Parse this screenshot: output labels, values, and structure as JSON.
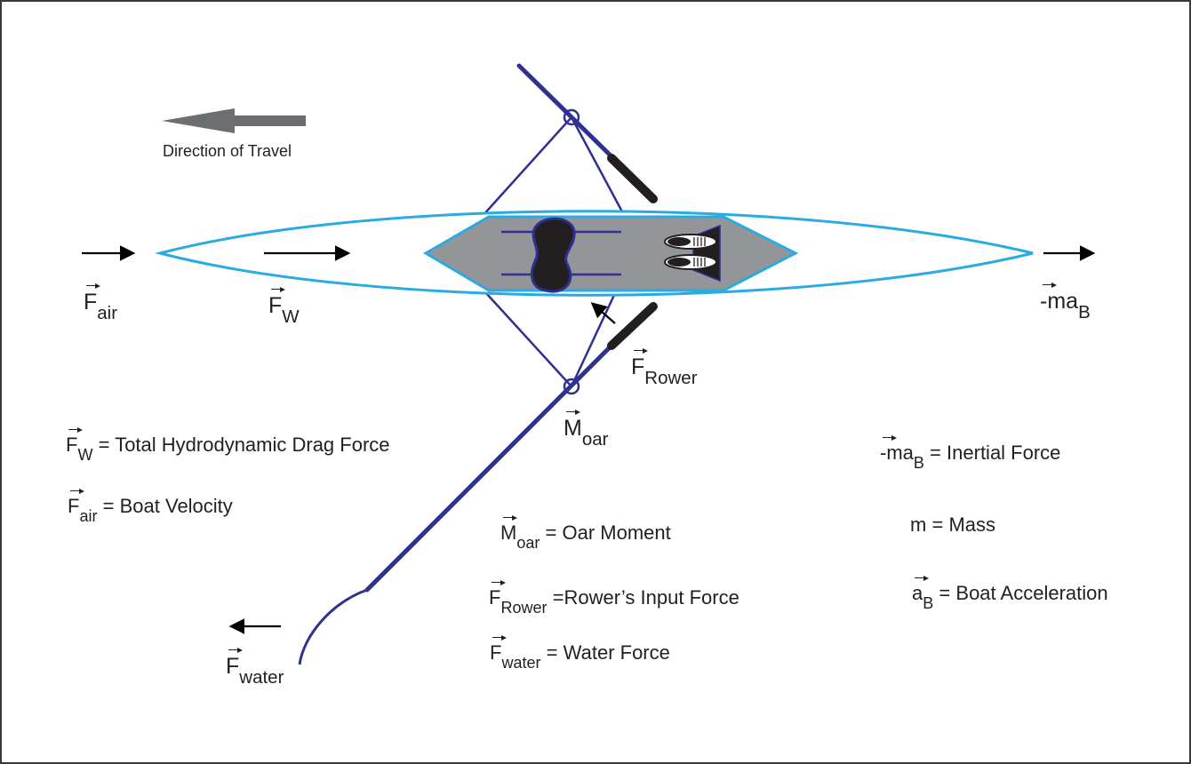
{
  "direction_label": "Direction of Travel",
  "diagram_labels": {
    "f_air": {
      "symbol": "F",
      "sub": "air"
    },
    "f_w": {
      "symbol": "F",
      "sub": "W"
    },
    "ma_b": {
      "symbol": "-ma",
      "sub": "B"
    },
    "f_rower": {
      "symbol": "F",
      "sub": "Rower"
    },
    "m_oar": {
      "symbol": "M",
      "sub": "oar"
    },
    "f_water": {
      "symbol": "F",
      "sub": "water"
    }
  },
  "legend": {
    "f_w": {
      "symbol": "F",
      "sub": "W",
      "eq": "=",
      "desc": "Total Hydrodynamic Drag Force"
    },
    "f_air": {
      "symbol": "F",
      "sub": "air",
      "eq": "=",
      "desc": "Boat Velocity"
    },
    "m_oar": {
      "symbol": "M",
      "sub": "oar",
      "eq": "=",
      "desc": "Oar Moment"
    },
    "f_rower": {
      "symbol": "F",
      "sub": "Rower",
      "eq": "=",
      "desc": "Rower’s Input Force"
    },
    "f_water": {
      "symbol": "F",
      "sub": "water",
      "eq": "=",
      "desc": "Water Force"
    },
    "ma_b": {
      "symbol": "-ma",
      "sub": "B",
      "eq": "=",
      "desc": "Inertial Force"
    },
    "m": {
      "symbol": "m",
      "eq": "=",
      "desc": "Mass"
    },
    "a_b": {
      "symbol": "a",
      "sub": "B",
      "eq": "=",
      "desc": "Boat Acceleration"
    }
  },
  "colors": {
    "hull_outline": "#29abe2",
    "deck_fill": "#939598",
    "oar_rigging": "#2e3192",
    "arrow": "#000000",
    "direction_arrow": "#6d6e71",
    "seat": "#231f20"
  }
}
